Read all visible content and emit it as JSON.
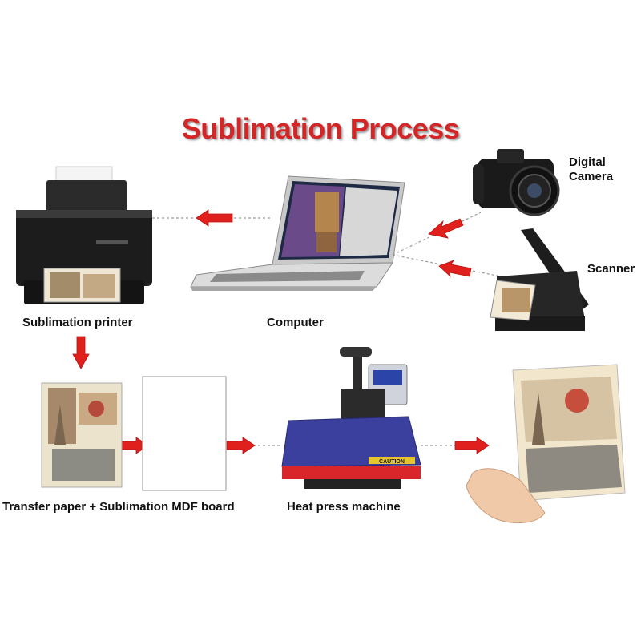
{
  "title": "Sublimation Process",
  "nodes": {
    "camera": "Digital\nCamera",
    "scanner": "Scanner",
    "computer": "Computer",
    "printer": "Sublimation printer",
    "transfer": "Transfer paper + Sublimation MDF board",
    "heat_press": "Heat press machine",
    "caution": "CAUTION"
  },
  "colors": {
    "title": "#d42626",
    "arrow": "#e0201c",
    "press_plate": "#3b3f9e",
    "press_base": "#d9262a"
  }
}
